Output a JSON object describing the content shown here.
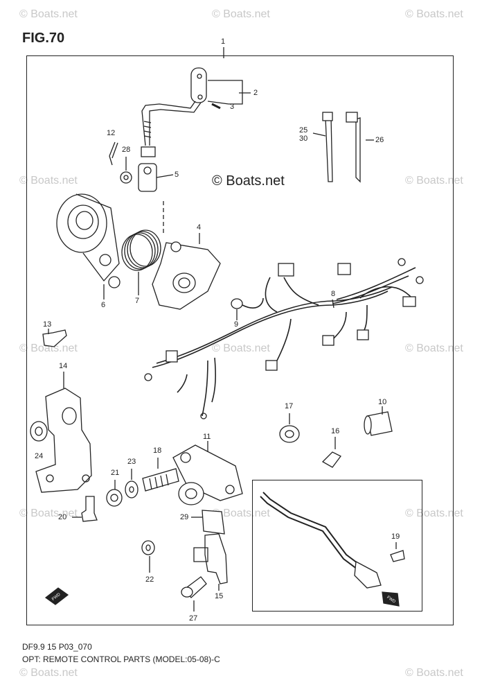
{
  "figure": {
    "title": "FIG.70",
    "copyright": "© Boats.net",
    "watermark": "© Boats.net",
    "code": "DF9.9 15 P03_070",
    "caption": "OPT: REMOTE CONTROL PARTS (MODEL:05-08)-C"
  },
  "callouts": {
    "c1": "1",
    "c2": "2",
    "c3": "3",
    "c4": "4",
    "c5": "5",
    "c6": "6",
    "c7": "7",
    "c8": "8",
    "c9": "9",
    "c10": "10",
    "c11": "11",
    "c12": "12",
    "c13": "13",
    "c14": "14",
    "c15": "15",
    "c16": "16",
    "c17": "17",
    "c18": "18",
    "c19": "19",
    "c20": "20",
    "c21": "21",
    "c22": "22",
    "c23": "23",
    "c24": "24",
    "c25": "25",
    "c26": "26",
    "c27": "27",
    "c28": "28",
    "c29": "29",
    "c30": "30"
  },
  "fwd_label": "FWD"
}
